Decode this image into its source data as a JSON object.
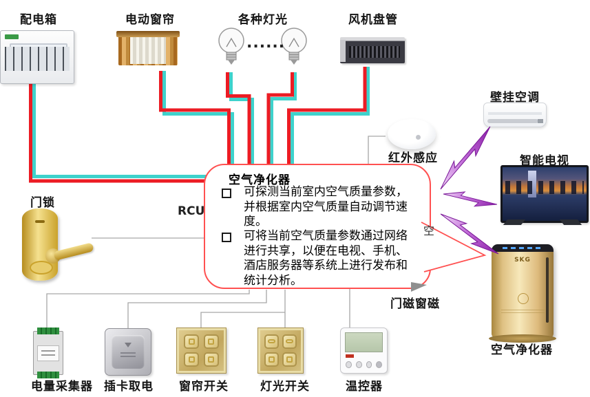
{
  "labels": {
    "distribution_box": "配电箱",
    "electric_curtain": "电动窗帘",
    "various_lights": "各种灯光",
    "lights_dots": "......",
    "fan_coil": "风机盘管",
    "wall_ac": "壁挂空调",
    "ir_sensor": "红外感应",
    "smart_tv": "智能电视",
    "door_lock": "门锁",
    "rcu": "RCU",
    "door_window_magnet": "门磁窗磁",
    "air_purifier": "空气净化器",
    "power_collector": "电量采集器",
    "card_power": "插卡取电",
    "curtain_switch": "窗帘开关",
    "light_switch": "灯光开关",
    "thermostat": "温控器",
    "partial_hidden_label": "空"
  },
  "callout": {
    "title": "空气净化器",
    "bullets": [
      "可探测当前室内空气质量参数，并根据室内空气质量自动调节速度。",
      "可将当前空气质量参数通过网络进行共享，以便在电视、手机、酒店服务器等系统上进行发布和统计分析。"
    ]
  },
  "device_art": {
    "purifier_brand": "SKG"
  },
  "colors": {
    "wire_red": "#EC1C24",
    "wire_teal": "#3ED2CC",
    "callout_border": "#FF5050",
    "lightning_purple": "#8B1FA8",
    "connector_gray": "#A6A6A6"
  }
}
